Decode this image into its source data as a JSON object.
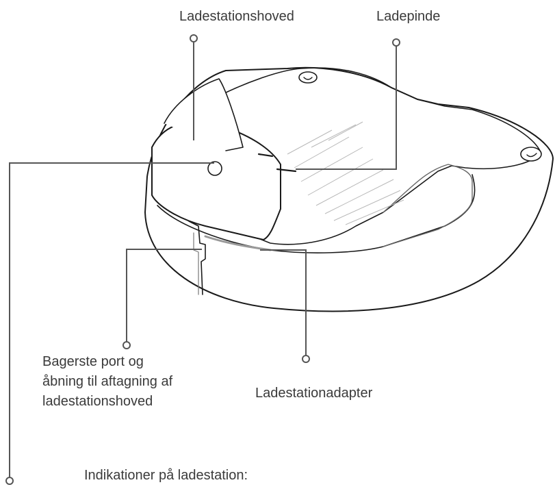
{
  "labels": {
    "station_head": "Ladestationshoved",
    "charging_pins": "Ladepinde",
    "rear_port": [
      "Bagerste port og",
      "åbning til aftagning af",
      "ladestationshoved"
    ],
    "adapter": "Ladestationadapter",
    "indicators": "Indikationer på ladestation:"
  },
  "colors": {
    "stroke": "#1a1a1a",
    "leader": "#555555",
    "text": "#3a3a3a",
    "hatch": "#b8b8b8"
  }
}
